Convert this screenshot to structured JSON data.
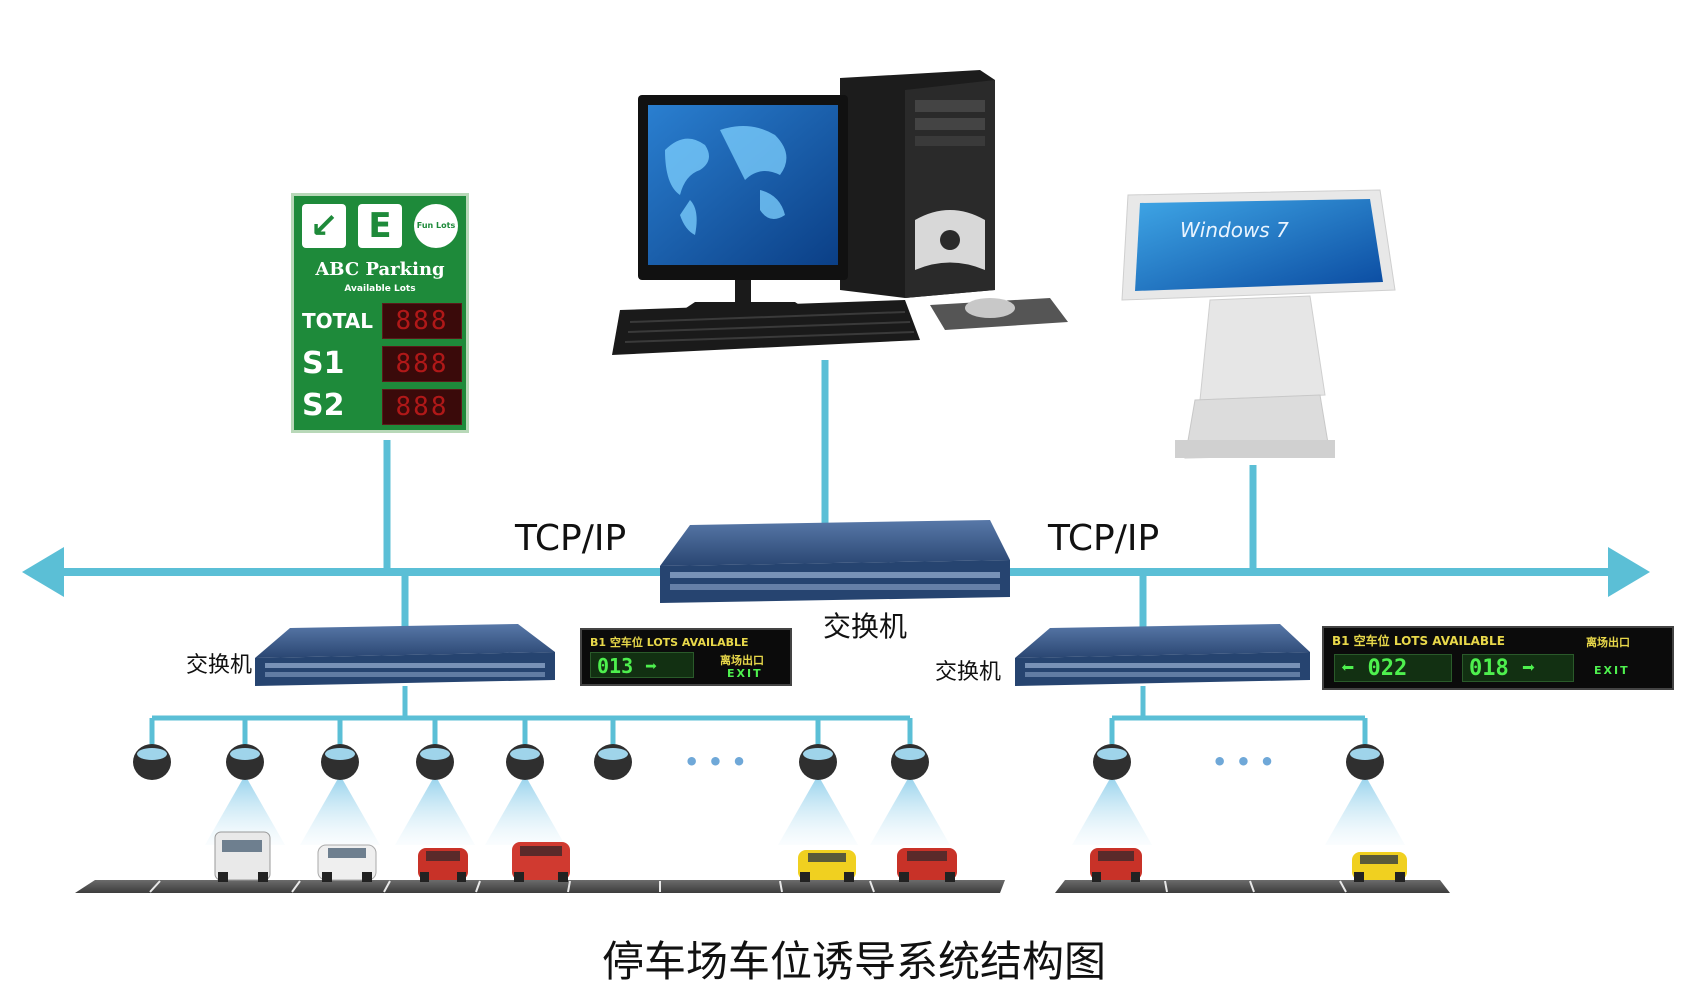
{
  "network_label_left": "TCP/IP",
  "network_label_right": "TCP/IP",
  "main_switch_label": "交换机",
  "left_switch_label": "交换机",
  "right_switch_label": "交换机",
  "caption": "停车场车位诱导系统结构图",
  "green_sign": {
    "title": "ABC Parking",
    "subtitle": "Available Lots",
    "icon_text": "Fun Lots",
    "rows": [
      {
        "label": "TOTAL",
        "value": "888"
      },
      {
        "label": "S1",
        "value": "888"
      },
      {
        "label": "S2",
        "value": "888"
      }
    ]
  },
  "led_board_left": {
    "top_text": "B1 空车位 LOTS AVAILABLE",
    "count": "013",
    "exit_cn": "离场出口",
    "exit_en": "EXIT"
  },
  "led_board_right": {
    "top_text": "B1 空车位 LOTS AVAILABLE",
    "count_left": "022",
    "count_right": "018",
    "exit_cn": "离场出口",
    "exit_en": "EXIT"
  },
  "kiosk_screen_text": "Windows 7",
  "ellipsis": "• • •",
  "colors": {
    "network_line": "#5bbfd6",
    "switch_body": "#2c4f7c",
    "sign_green": "#1e8a3a"
  }
}
